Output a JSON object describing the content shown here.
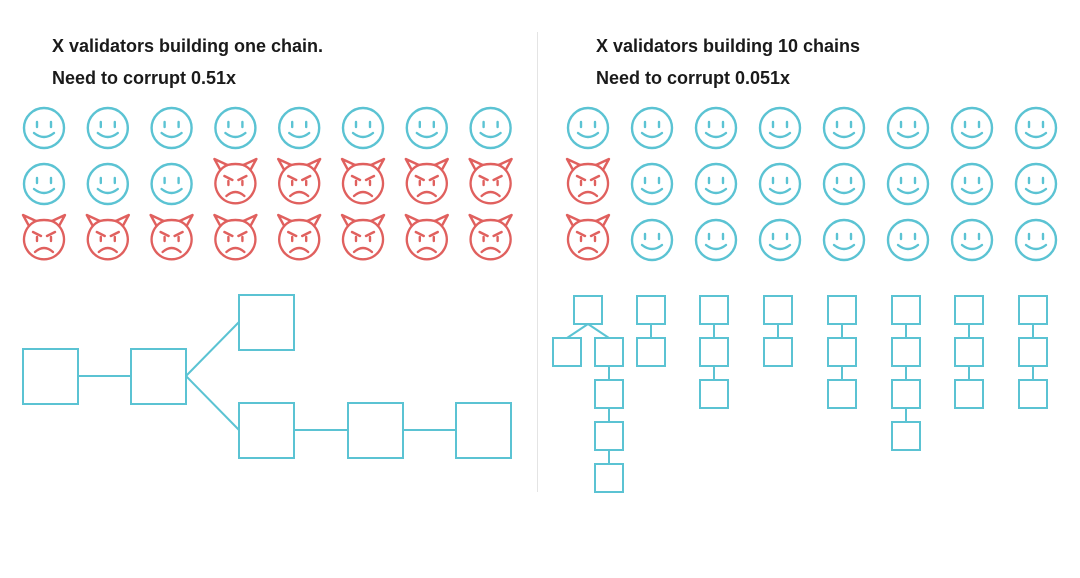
{
  "left": {
    "title": "X validators building one chain.",
    "subtitle": "Need to corrupt 0.51x",
    "faces": [
      [
        "happy",
        "happy",
        "happy",
        "happy",
        "happy",
        "happy",
        "happy",
        "happy"
      ],
      [
        "happy",
        "happy",
        "happy",
        "devil",
        "devil",
        "devil",
        "devil",
        "devil"
      ],
      [
        "devil",
        "devil",
        "devil",
        "devil",
        "devil",
        "devil",
        "devil",
        "devil"
      ]
    ]
  },
  "right": {
    "title": "X validators building 10 chains",
    "subtitle": "Need to corrupt 0.051x",
    "faces": [
      [
        "happy",
        "happy",
        "happy",
        "happy",
        "happy",
        "happy",
        "happy",
        "happy"
      ],
      [
        "devil",
        "happy",
        "happy",
        "happy",
        "happy",
        "happy",
        "happy",
        "happy"
      ],
      [
        "devil",
        "happy",
        "happy",
        "happy",
        "happy",
        "happy",
        "happy",
        "happy"
      ]
    ]
  },
  "colors": {
    "honest": "#5bc3d3",
    "corrupt": "#e0605e",
    "block": "#5bc3d3",
    "text": "#1a1a1a"
  },
  "icons": {
    "honest": "smiley-face-icon",
    "corrupt": "devil-face-icon"
  }
}
